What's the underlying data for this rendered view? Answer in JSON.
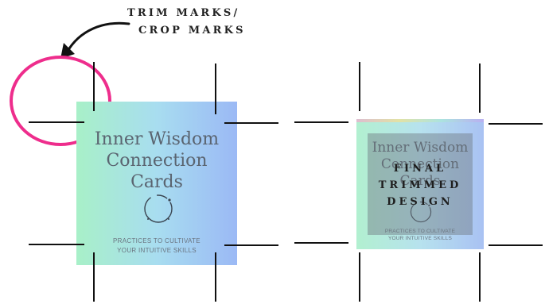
{
  "annotation": {
    "line1": "TRIM MARKS/",
    "line2": "CROP MARKS"
  },
  "cards": [
    {
      "title_line1": "Inner Wisdom",
      "title_line2": "Connection",
      "title_line3": "Cards",
      "tagline_line1": "PRACTICES TO CULTIVATE",
      "tagline_line2": "YOUR INTUITIVE SKILLS"
    },
    {
      "title_line1": "Inner Wisdom",
      "title_line2": "Connection",
      "title_line3": "Cards",
      "tagline_line1": "PRACTICES TO CULTIVATE",
      "tagline_line2": "YOUR INTUITIVE SKILLS"
    }
  ],
  "final_label": {
    "line1": "FINAL",
    "line2": "TRIMMED",
    "line3": "DESIGN"
  },
  "colors": {
    "highlight": "#ee2d8c",
    "marks": "#111111",
    "card_gradient": [
      "#a8f0c8",
      "#a8ddf0",
      "#9bb9f5"
    ]
  },
  "icons": [
    "curved-arrow-icon",
    "moon-circle-icon"
  ]
}
